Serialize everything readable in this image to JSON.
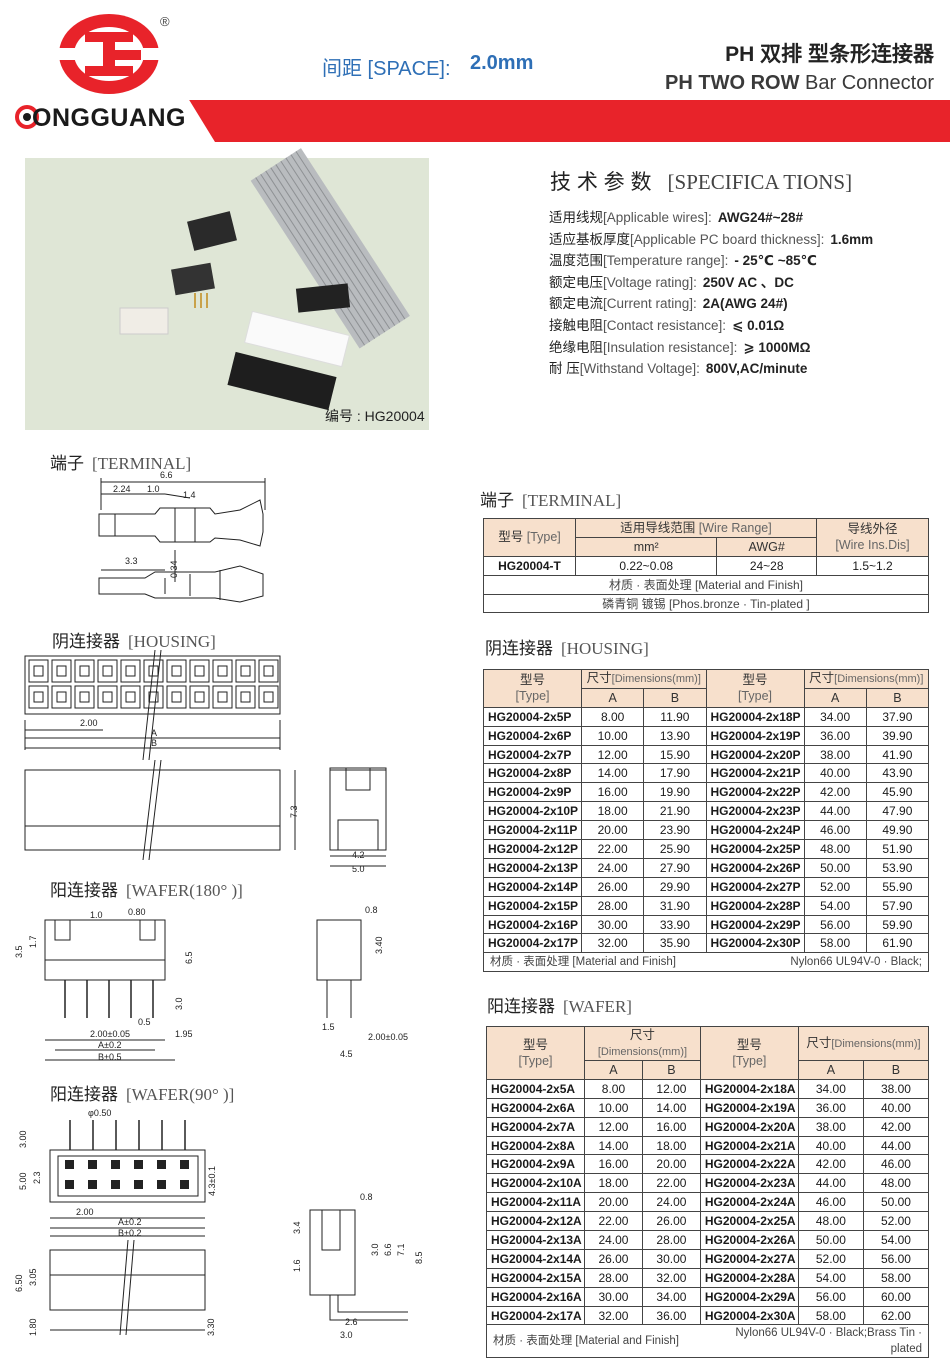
{
  "header": {
    "brand": "ONGGUANG",
    "registered": "®",
    "space_label": "间距 [SPACE]:",
    "space_value": "2.0mm",
    "title_cn_pre": "PH",
    "title_cn": "双排  型条形连接器",
    "title_en_bold": "PH TWO ROW",
    "title_en": "Bar Connector"
  },
  "photo": {
    "caption": "编号 : HG20004"
  },
  "spec": {
    "heading_cn": "技 术 参 数",
    "heading_en": "[SPECIFICA TIONS]",
    "rows": [
      {
        "cn": "适用线规",
        "en": "[Applicable wires]:",
        "value": "AWG24#~28#"
      },
      {
        "cn": "适应基板厚度",
        "en": "[Applicable PC board thickness]:",
        "value": "1.6mm"
      },
      {
        "cn": "温度范围",
        "en": "[Temperature range]:",
        "value": "- 25℃ ~85℃"
      },
      {
        "cn": "额定电压",
        "en": "[Voltage rating]:",
        "value": "250V  AC 、DC"
      },
      {
        "cn": "额定电流",
        "en": "[Current rating]:",
        "value": "2A(AWG 24#)"
      },
      {
        "cn": "接触电阻",
        "en": "[Contact resistance]:",
        "value": "⩽ 0.01Ω"
      },
      {
        "cn": "绝缘电阻",
        "en": "[Insulation resistance]:",
        "value": "⩾ 1000MΩ"
      },
      {
        "cn": "耐      压",
        "en": "[Withstand Voltage]:",
        "value": "800V,AC/minute"
      }
    ]
  },
  "sections": {
    "terminal_left": {
      "cn": "端子",
      "en": "[TERMINAL]"
    },
    "housing_left": {
      "cn": "阴连接器",
      "en": "[HOUSING]"
    },
    "wafer180_left": {
      "cn": "阳连接器",
      "en": "[WAFER(180° )]"
    },
    "wafer90_left": {
      "cn": "阳连接器",
      "en": "[WAFER(90° )]"
    },
    "terminal_right": {
      "cn": "端子",
      "en": "[TERMINAL]"
    },
    "housing_right": {
      "cn": "阴连接器",
      "en": "[HOUSING]"
    },
    "wafer_right": {
      "cn": "阳连接器",
      "en": "[WAFER]"
    }
  },
  "terminal_table": {
    "h_type_cn": "型号",
    "h_type_en": "[Type]",
    "h_range_cn": "适用导线范围",
    "h_range_en": "[Wire Range]",
    "h_dis_cn": "导线外径",
    "h_dis_en": "[Wire Ins.Dis]",
    "h_mm": "mm²",
    "h_awg": "AWG#",
    "type": "HG20004-T",
    "mm": "0.22~0.08",
    "awg": "24~28",
    "dis": "1.5~1.2",
    "finish_label": "材质 · 表面处理 [Material and Finish]",
    "finish_value": "磷青铜  镀锡 [Phos.bronze · Tin-plated ]"
  },
  "housing_table": {
    "h_type_cn": "型号",
    "h_type_en": "[Type]",
    "h_dim_cn": "尺寸",
    "h_dim_en": "[Dimensions(mm)]",
    "h_a": "A",
    "h_b": "B",
    "left": [
      [
        "HG20004-2x5P",
        "8.00",
        "11.90"
      ],
      [
        "HG20004-2x6P",
        "10.00",
        "13.90"
      ],
      [
        "HG20004-2x7P",
        "12.00",
        "15.90"
      ],
      [
        "HG20004-2x8P",
        "14.00",
        "17.90"
      ],
      [
        "HG20004-2x9P",
        "16.00",
        "19.90"
      ],
      [
        "HG20004-2x10P",
        "18.00",
        "21.90"
      ],
      [
        "HG20004-2x11P",
        "20.00",
        "23.90"
      ],
      [
        "HG20004-2x12P",
        "22.00",
        "25.90"
      ],
      [
        "HG20004-2x13P",
        "24.00",
        "27.90"
      ],
      [
        "HG20004-2x14P",
        "26.00",
        "29.90"
      ],
      [
        "HG20004-2x15P",
        "28.00",
        "31.90"
      ],
      [
        "HG20004-2x16P",
        "30.00",
        "33.90"
      ],
      [
        "HG20004-2x17P",
        "32.00",
        "35.90"
      ]
    ],
    "right": [
      [
        "HG20004-2x18P",
        "34.00",
        "37.90"
      ],
      [
        "HG20004-2x19P",
        "36.00",
        "39.90"
      ],
      [
        "HG20004-2x20P",
        "38.00",
        "41.90"
      ],
      [
        "HG20004-2x21P",
        "40.00",
        "43.90"
      ],
      [
        "HG20004-2x22P",
        "42.00",
        "45.90"
      ],
      [
        "HG20004-2x23P",
        "44.00",
        "47.90"
      ],
      [
        "HG20004-2x24P",
        "46.00",
        "49.90"
      ],
      [
        "HG20004-2x25P",
        "48.00",
        "51.90"
      ],
      [
        "HG20004-2x26P",
        "50.00",
        "53.90"
      ],
      [
        "HG20004-2x27P",
        "52.00",
        "55.90"
      ],
      [
        "HG20004-2x28P",
        "54.00",
        "57.90"
      ],
      [
        "HG20004-2x29P",
        "56.00",
        "59.90"
      ],
      [
        "HG20004-2x30P",
        "58.00",
        "61.90"
      ]
    ],
    "finish_label": "材质 · 表面处理 [Material and Finish]",
    "finish_value": "Nylon66 UL94V-0 · Black;"
  },
  "wafer_table": {
    "h_type_cn": "型号",
    "h_type_en": "[Type]",
    "h_dim_cn": "尺寸",
    "h_dim_en": "[Dimensions(mm)]",
    "h_a": "A",
    "h_b": "B",
    "left": [
      [
        "HG20004-2x5A",
        "8.00",
        "12.00"
      ],
      [
        "HG20004-2x6A",
        "10.00",
        "14.00"
      ],
      [
        "HG20004-2x7A",
        "12.00",
        "16.00"
      ],
      [
        "HG20004-2x8A",
        "14.00",
        "18.00"
      ],
      [
        "HG20004-2x9A",
        "16.00",
        "20.00"
      ],
      [
        "HG20004-2x10A",
        "18.00",
        "22.00"
      ],
      [
        "HG20004-2x11A",
        "20.00",
        "24.00"
      ],
      [
        "HG20004-2x12A",
        "22.00",
        "26.00"
      ],
      [
        "HG20004-2x13A",
        "24.00",
        "28.00"
      ],
      [
        "HG20004-2x14A",
        "26.00",
        "30.00"
      ],
      [
        "HG20004-2x15A",
        "28.00",
        "32.00"
      ],
      [
        "HG20004-2x16A",
        "30.00",
        "34.00"
      ],
      [
        "HG20004-2x17A",
        "32.00",
        "36.00"
      ]
    ],
    "right": [
      [
        "HG20004-2x18A",
        "34.00",
        "38.00"
      ],
      [
        "HG20004-2x19A",
        "36.00",
        "40.00"
      ],
      [
        "HG20004-2x20A",
        "38.00",
        "42.00"
      ],
      [
        "HG20004-2x21A",
        "40.00",
        "44.00"
      ],
      [
        "HG20004-2x22A",
        "42.00",
        "46.00"
      ],
      [
        "HG20004-2x23A",
        "44.00",
        "48.00"
      ],
      [
        "HG20004-2x24A",
        "46.00",
        "50.00"
      ],
      [
        "HG20004-2x25A",
        "48.00",
        "52.00"
      ],
      [
        "HG20004-2x26A",
        "50.00",
        "54.00"
      ],
      [
        "HG20004-2x27A",
        "52.00",
        "56.00"
      ],
      [
        "HG20004-2x28A",
        "54.00",
        "58.00"
      ],
      [
        "HG20004-2x29A",
        "56.00",
        "60.00"
      ],
      [
        "HG20004-2x30A",
        "58.00",
        "62.00"
      ]
    ],
    "finish_label": "材质 · 表面处理 [Material and Finish]",
    "finish_value": "Nylon66  UL94V-0 · Black;Brass Tin · plated"
  },
  "dims": {
    "t_66": "6.6",
    "t_224": "2.24",
    "t_10": "1.0",
    "t_14": "1.4",
    "t_33": "3.3",
    "t_034": "0.34",
    "h_200": "2.00",
    "h_a": "A",
    "h_b": "B",
    "h_73": "7.3",
    "h_42": "4.2",
    "h_50": "5.0",
    "w_10": "1.0",
    "w_080": "0.80",
    "w_35": "3.5",
    "w_17": "1.7",
    "w_65": "6.5",
    "w_30": "3.0",
    "w_05": "0.5",
    "w_195": "1.95",
    "w_200": "2.00±0.05",
    "w_a": "A±0.2",
    "w_b": "B±0.5",
    "w_08": "0.8",
    "w_340": "3.40",
    "w_15": "1.5",
    "w_45": "4.5",
    "w_200r": "2.00±0.05",
    "n_050": "φ0.50",
    "n_300": "3.00",
    "n_500": "5.00",
    "n_23": "2.3",
    "n_43": "4.3±0.1",
    "n_200": "2.00",
    "n_a": "A±0.2",
    "n_b": "B±0.2",
    "n_650": "6.50",
    "n_305": "3.05",
    "n_180": "1.80",
    "n_330": "3.30",
    "n_08": "0.8",
    "n_34": "3.4",
    "n_16": "1.6",
    "n_30": "3.0",
    "n_66": "6.6",
    "n_71": "7.1",
    "n_85": "8.5",
    "n_26": "2.6",
    "n_30b": "3.0"
  }
}
